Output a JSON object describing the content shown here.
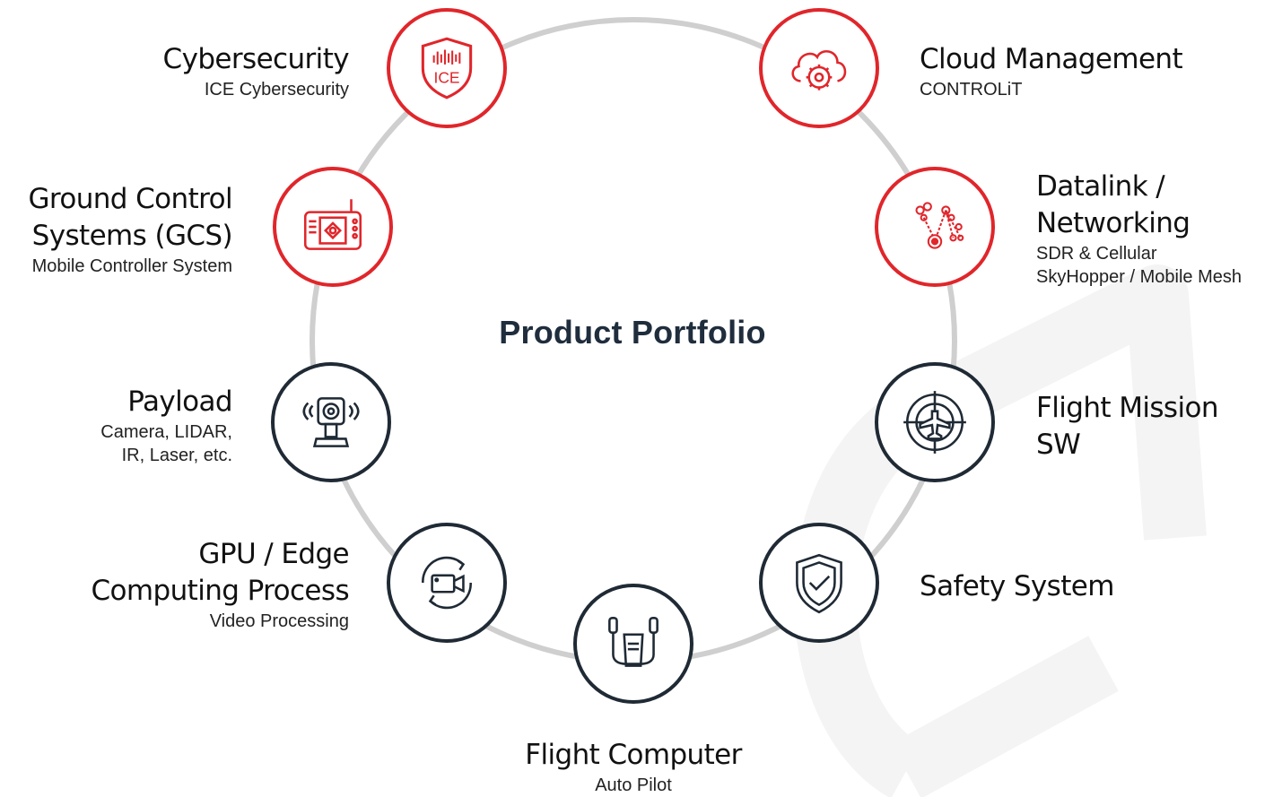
{
  "title": "Product Portfolio",
  "colors": {
    "accent": "#e0262b",
    "dark": "#1f2a35",
    "ring": "#cfcfcf",
    "title": "#1f2d3d"
  },
  "items": [
    {
      "key": "cybersecurity",
      "title_lines": [
        "Cybersecurity"
      ],
      "subtitle_lines": [
        "ICE Cybersecurity"
      ],
      "icon": "ice-shield-icon",
      "icon_text": "ICE",
      "style": "red"
    },
    {
      "key": "gcs",
      "title_lines": [
        "Ground Control",
        "Systems (GCS)"
      ],
      "subtitle_lines": [
        "Mobile Controller System"
      ],
      "icon": "controller-icon",
      "style": "red"
    },
    {
      "key": "payload",
      "title_lines": [
        "Payload"
      ],
      "subtitle_lines": [
        "Camera, LIDAR,",
        "IR, Laser, etc."
      ],
      "icon": "camera-gimbal-icon",
      "style": "dark"
    },
    {
      "key": "gpu",
      "title_lines": [
        "GPU / Edge",
        "Computing Process"
      ],
      "subtitle_lines": [
        "Video Processing"
      ],
      "icon": "video-processing-icon",
      "style": "dark"
    },
    {
      "key": "flight-computer",
      "title_lines": [
        "Flight Computer"
      ],
      "subtitle_lines": [
        "Auto Pilot"
      ],
      "icon": "flight-yoke-icon",
      "style": "dark"
    },
    {
      "key": "safety",
      "title_lines": [
        "Safety System"
      ],
      "subtitle_lines": [],
      "icon": "shield-check-icon",
      "style": "dark"
    },
    {
      "key": "flight-mission",
      "title_lines": [
        "Flight Mission",
        "SW"
      ],
      "subtitle_lines": [],
      "icon": "radar-plane-icon",
      "style": "dark"
    },
    {
      "key": "datalink",
      "title_lines": [
        "Datalink /",
        "Networking"
      ],
      "subtitle_lines": [
        "SDR & Cellular",
        "SkyHopper / Mobile Mesh"
      ],
      "icon": "network-nodes-icon",
      "style": "red"
    },
    {
      "key": "cloud",
      "title_lines": [
        "Cloud Management"
      ],
      "subtitle_lines": [
        "CONTROLiT"
      ],
      "icon": "cloud-gear-icon",
      "style": "red"
    }
  ]
}
